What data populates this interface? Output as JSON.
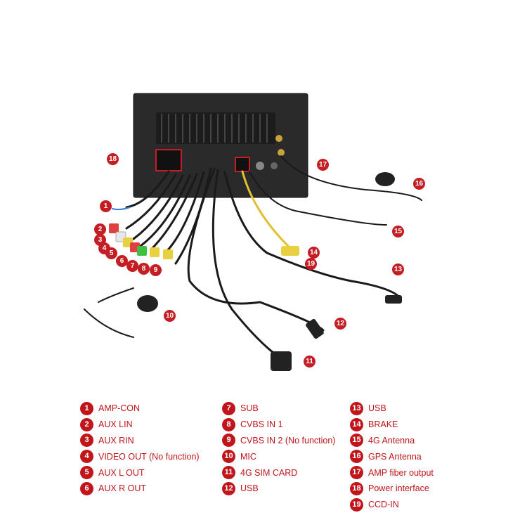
{
  "colors": {
    "accent": "#c41e24",
    "text": "#c0151b"
  },
  "photo_badges": [
    "1",
    "2",
    "3",
    "4",
    "5",
    "6",
    "7",
    "8",
    "9",
    "10",
    "11",
    "12",
    "13",
    "14",
    "15",
    "16",
    "17",
    "18",
    "19"
  ],
  "legend": {
    "col1": [
      {
        "n": "1",
        "label": "AMP-CON"
      },
      {
        "n": "2",
        "label": "AUX LIN"
      },
      {
        "n": "3",
        "label": "AUX RIN"
      },
      {
        "n": "4",
        "label": "VIDEO OUT (No function)"
      },
      {
        "n": "5",
        "label": "AUX L OUT"
      },
      {
        "n": "6",
        "label": "AUX R OUT"
      }
    ],
    "col2": [
      {
        "n": "7",
        "label": "SUB"
      },
      {
        "n": "8",
        "label": "CVBS IN 1"
      },
      {
        "n": "9",
        "label": "CVBS IN 2 (No function)"
      },
      {
        "n": "10",
        "label": "MIC"
      },
      {
        "n": "11",
        "label": "4G SIM CARD"
      },
      {
        "n": "12",
        "label": "USB"
      }
    ],
    "col3": [
      {
        "n": "13",
        "label": "USB"
      },
      {
        "n": "14",
        "label": "BRAKE"
      },
      {
        "n": "15",
        "label": "4G Antenna"
      },
      {
        "n": "16",
        "label": "GPS Antenna"
      },
      {
        "n": "17",
        "label": "AMP fiber output"
      },
      {
        "n": "18",
        "label": "Power interface"
      },
      {
        "n": "19",
        "label": "CCD-IN"
      }
    ]
  }
}
